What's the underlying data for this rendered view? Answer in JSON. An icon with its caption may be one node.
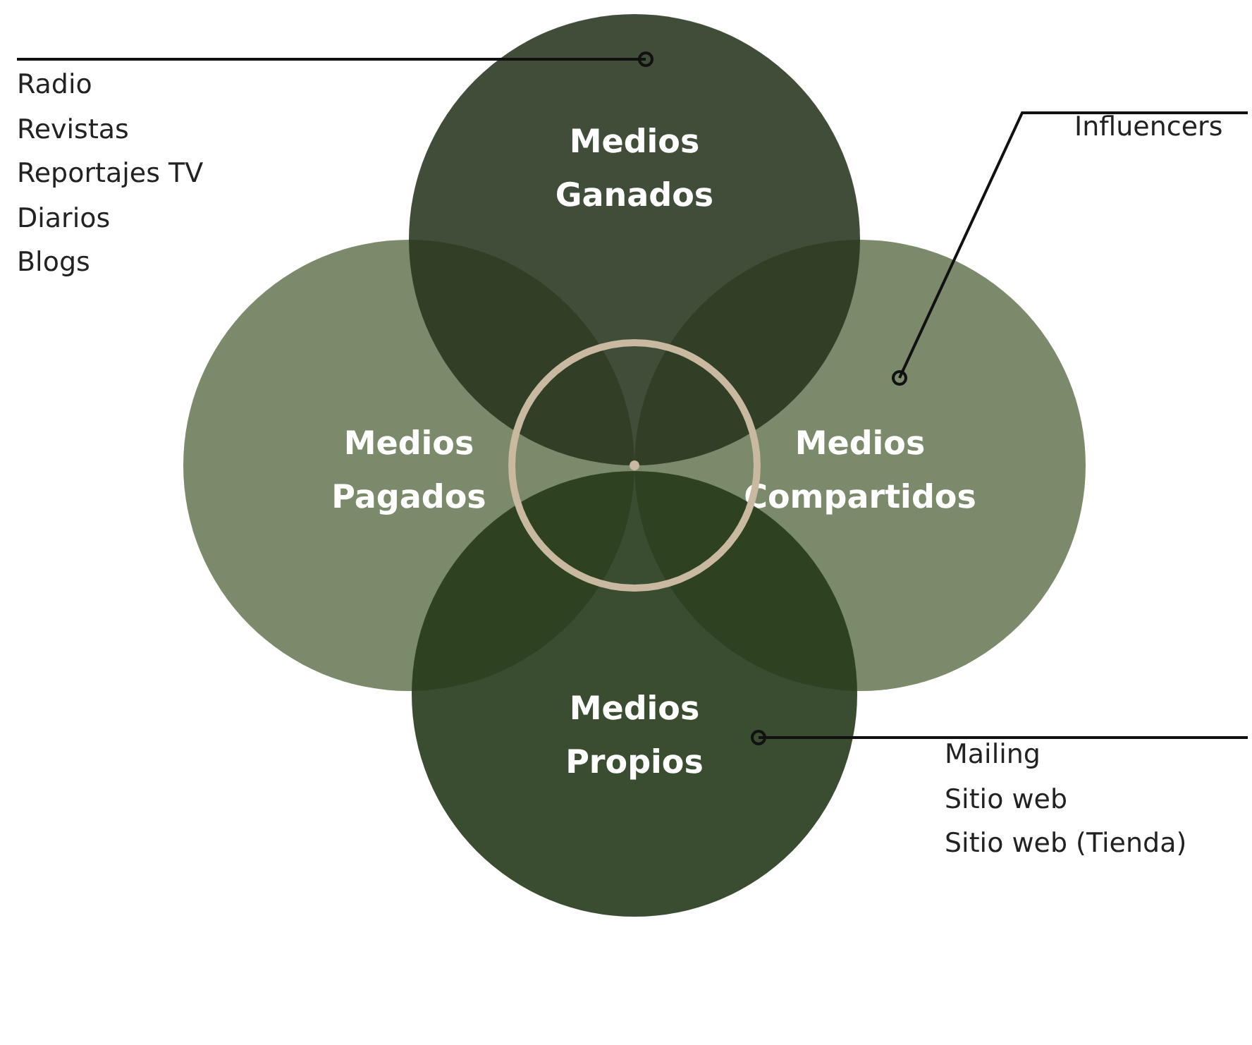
{
  "diagram": {
    "nodes": [
      {
        "text": [
          "Medios Ganados"
        ]
      },
      {
        "text": [
          "Medios Pagados"
        ]
      },
      {
        "text": [
          "Medios Compartidos"
        ]
      },
      {
        "text": [
          "Medios Propios"
        ]
      },
      {
        "text": [
          "Radio",
          "Revistas",
          "Reportajes TV",
          "Diarios",
          "Blogs"
        ]
      },
      {
        "text": [
          "Influencers"
        ]
      },
      {
        "text": [
          "Mailing",
          "Sitio web",
          "Sitio web (Tienda)"
        ]
      }
    ],
    "edges": [
      {
        "from": 4,
        "to": 0,
        "arrow": "other"
      },
      {
        "from": 5,
        "to": 2,
        "arrow": "other"
      },
      {
        "from": 6,
        "to": 3,
        "arrow": "other"
      }
    ]
  }
}
